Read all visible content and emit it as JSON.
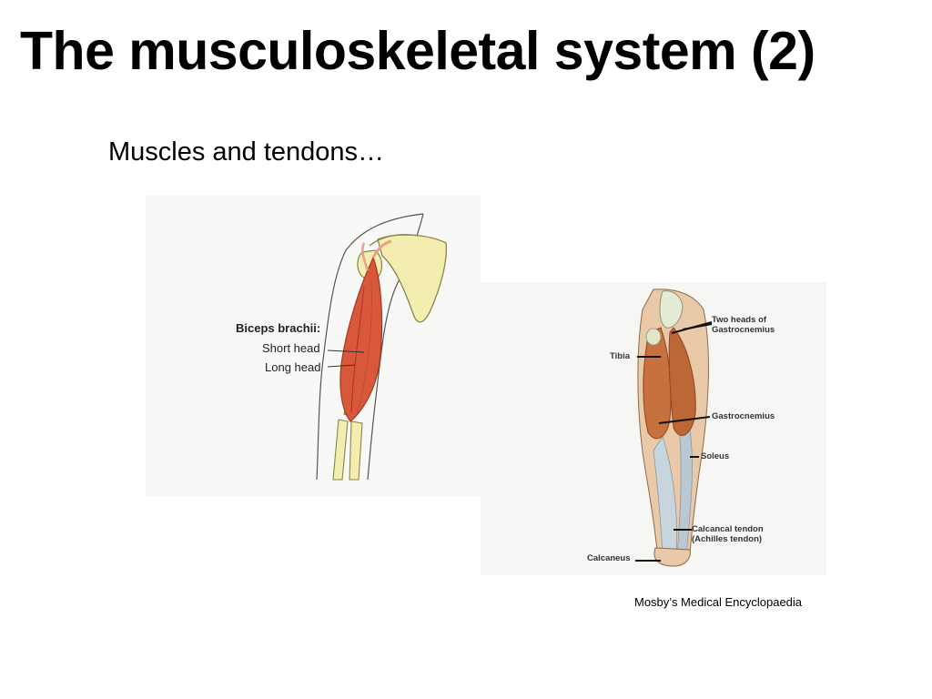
{
  "slide": {
    "title": "The musculoskeletal system (2)",
    "subtitle": "Muscles and tendons…",
    "source": "Mosby’s Medical Encyclopaedia"
  },
  "arm_figure": {
    "heading": "Biceps brachii:",
    "labels": [
      "Short head",
      "Long head"
    ]
  },
  "leg_figure": {
    "labels": {
      "two_heads_line1": "Two heads of",
      "two_heads_line2": "Gastrocnemius",
      "tibia": "Tibia",
      "gastrocnemius": "Gastrocnemius",
      "soleus": "Soleus",
      "calcaneal_line1": "Calcancal tendon",
      "calcaneal_line2": "(Achilles tendon)",
      "calcaneus": "Calcaneus"
    }
  },
  "colors": {
    "muscle": "#d9573a",
    "muscle_dark": "#b93a22",
    "bone": "#f3eeb0",
    "bone_outline": "#c9c07a",
    "leg_muscle": "#c8703e",
    "leg_tissue": "#e9c9a7",
    "tendon": "#c9d5dd"
  }
}
